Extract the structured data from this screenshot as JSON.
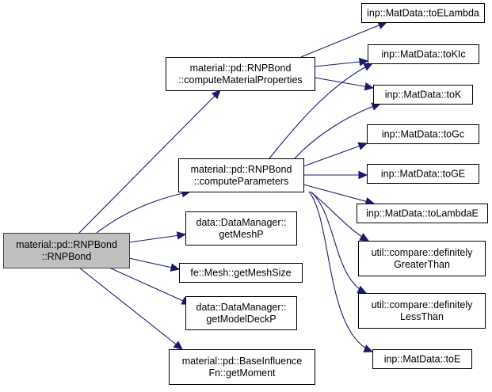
{
  "graph": {
    "type": "call-graph",
    "edge_color": "#191970",
    "root_fill": "#bfbfbf",
    "nodes": [
      {
        "id": "root",
        "lines": [
          "material::pd::RNPBond",
          "::RNPBond"
        ],
        "root": true
      },
      {
        "id": "computeMaterialProperties",
        "lines": [
          "material::pd::RNPBond",
          "::computeMaterialProperties"
        ]
      },
      {
        "id": "computeParameters",
        "lines": [
          "material::pd::RNPBond",
          "::computeParameters"
        ]
      },
      {
        "id": "getMeshP",
        "lines": [
          "data::DataManager::",
          "getMeshP"
        ]
      },
      {
        "id": "getMeshSize",
        "lines": [
          "fe::Mesh::getMeshSize"
        ]
      },
      {
        "id": "getModelDeckP",
        "lines": [
          "data::DataManager::",
          "getModelDeckP"
        ]
      },
      {
        "id": "getMoment",
        "lines": [
          "material::pd::BaseInfluence",
          "Fn::getMoment"
        ]
      },
      {
        "id": "toELambda",
        "lines": [
          "inp::MatData::toELambda"
        ]
      },
      {
        "id": "toKIc",
        "lines": [
          "inp::MatData::toKIc"
        ]
      },
      {
        "id": "toK",
        "lines": [
          "inp::MatData::toK"
        ]
      },
      {
        "id": "toGc",
        "lines": [
          "inp::MatData::toGc"
        ]
      },
      {
        "id": "toGE",
        "lines": [
          "inp::MatData::toGE"
        ]
      },
      {
        "id": "toLambdaE",
        "lines": [
          "inp::MatData::toLambdaE"
        ]
      },
      {
        "id": "definitelyGreaterThan",
        "lines": [
          "util::compare::definitely",
          "GreaterThan"
        ]
      },
      {
        "id": "definitelyLessThan",
        "lines": [
          "util::compare::definitely",
          "LessThan"
        ]
      },
      {
        "id": "toE",
        "lines": [
          "inp::MatData::toE"
        ]
      }
    ],
    "edges": [
      {
        "from": "root",
        "to": "computeMaterialProperties"
      },
      {
        "from": "root",
        "to": "computeParameters"
      },
      {
        "from": "root",
        "to": "getMeshP"
      },
      {
        "from": "root",
        "to": "getMeshSize"
      },
      {
        "from": "root",
        "to": "getModelDeckP"
      },
      {
        "from": "root",
        "to": "getMoment"
      },
      {
        "from": "computeMaterialProperties",
        "to": "toELambda"
      },
      {
        "from": "computeMaterialProperties",
        "to": "toKIc"
      },
      {
        "from": "computeMaterialProperties",
        "to": "toK"
      },
      {
        "from": "computeParameters",
        "to": "toKIc"
      },
      {
        "from": "computeParameters",
        "to": "toK"
      },
      {
        "from": "computeParameters",
        "to": "toGc"
      },
      {
        "from": "computeParameters",
        "to": "toGE"
      },
      {
        "from": "computeParameters",
        "to": "toLambdaE"
      },
      {
        "from": "computeParameters",
        "to": "definitelyGreaterThan"
      },
      {
        "from": "computeParameters",
        "to": "definitelyLessThan"
      },
      {
        "from": "computeParameters",
        "to": "toE"
      }
    ]
  }
}
